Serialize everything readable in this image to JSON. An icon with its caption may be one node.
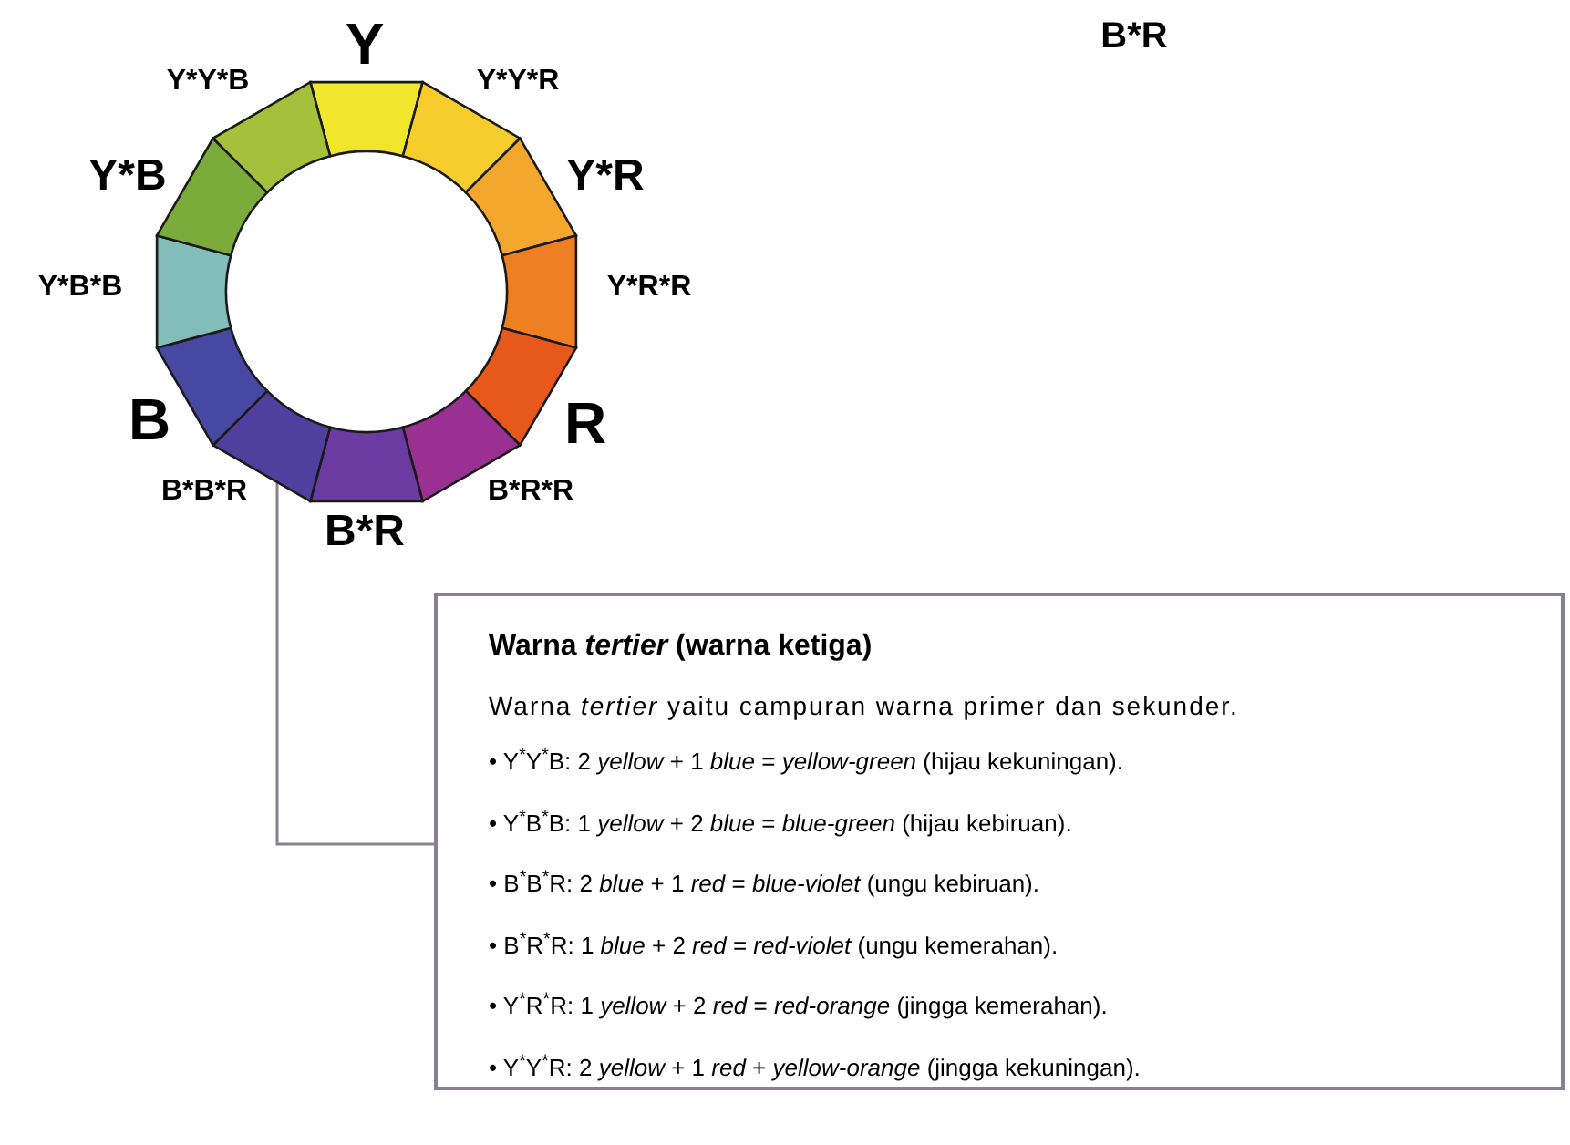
{
  "diagram": {
    "nodes": [
      {
        "text": [],
        "shape": "picture"
      },
      {
        "text": [
          "Warna *tertier* (warna ketiga)",
          "Warna *tertier* yaitu campuran warna primer dan sekunder.",
          "• Y$^{*}$Y$^{*}$B: 2 *yellow* + 1 *blue* = *yellow-green* (hijau kekuningan).",
          "• Y$^{*}$B$^{*}$B: 1 *yellow* + 2 *blue* = *blue-green* (hijau kebiruan).",
          "• B$^{*}$B$^{*}$R: 2 *blue* + 1 *red* = *blue-violet* (ungu kebiruan).",
          "• B$^{*}$R$^{*}$R: 1 *blue* + 2 *red* = *red-violet* (ungu kemerahan).",
          "• Y$^{*}$R$^{*}$R: 1 *yellow* + 2 *red* = *red-orange* (jingga kemerahan).",
          "• Y$^{*}$Y$^{*}$R: 2 *yellow* + 1 *red* + *yellow-orange* (jingga kekuningan)."
        ]
      }
    ],
    "edges": [
      {
        "from": 0,
        "to": 1,
        "arrow": "none"
      }
    ],
    "labels": [
      "B*R",
      "Y",
      "Y*Y*R",
      "Y*R",
      "Y*R*R",
      "R",
      "B*R*R",
      "B*R",
      "B*B*R",
      "B",
      "Y*B*B",
      "Y*B",
      "Y*Y*B"
    ]
  }
}
